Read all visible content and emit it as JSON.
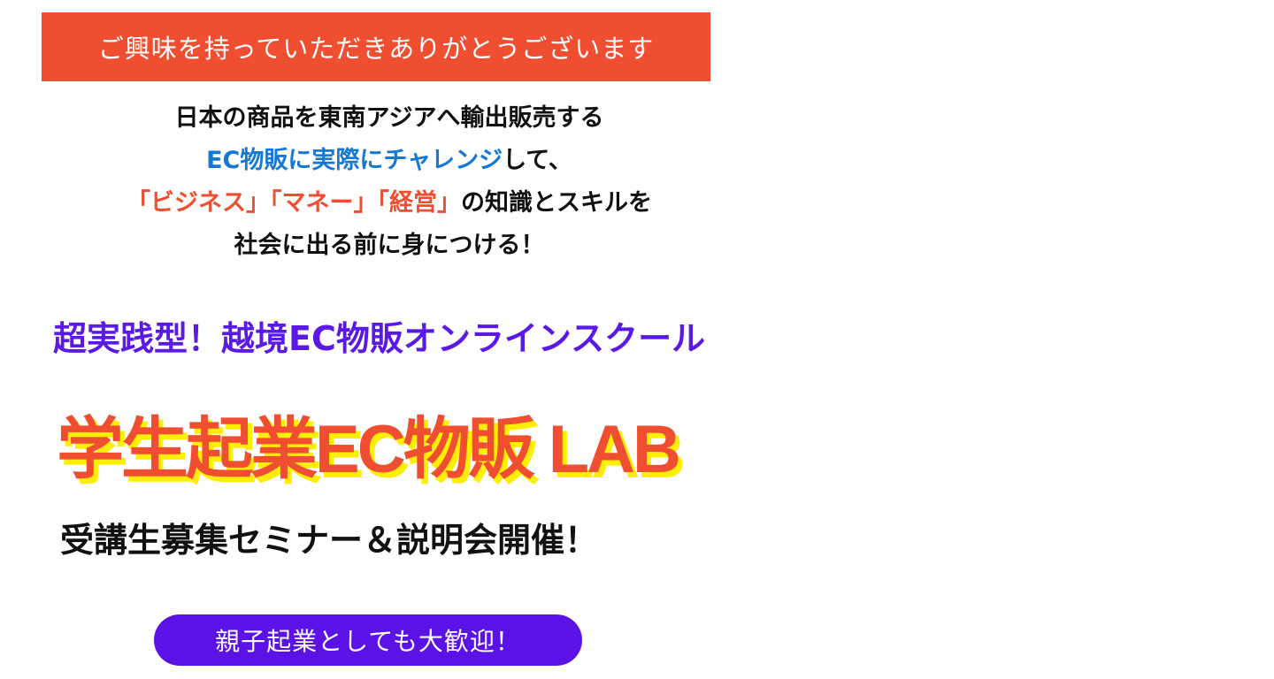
{
  "banner": {
    "text": "ご興味を持っていただきありがとうございます"
  },
  "intro": {
    "line1": "日本の商品を東南アジアへ輸出販売する",
    "line2_highlight": "EC物販に実際にチャレンジ",
    "line2_rest": "して、",
    "line3_highlight": "「ビジネス」「マネー」「経営」",
    "line3_rest": "の知識とスキルを",
    "line4": "社会に出る前に身につける！"
  },
  "subtitle": "超実践型！越境EC物販オンラインスクール",
  "title": "学生起業EC物販 LAB",
  "seminar": "受講生募集セミナー＆説明会開催！",
  "cta": {
    "label": "親子起業としても大歓迎！"
  },
  "colors": {
    "accent_red": "#f04e30",
    "accent_blue": "#1478d4",
    "accent_purple": "#5b19e6",
    "shadow_yellow": "#ffee00"
  }
}
